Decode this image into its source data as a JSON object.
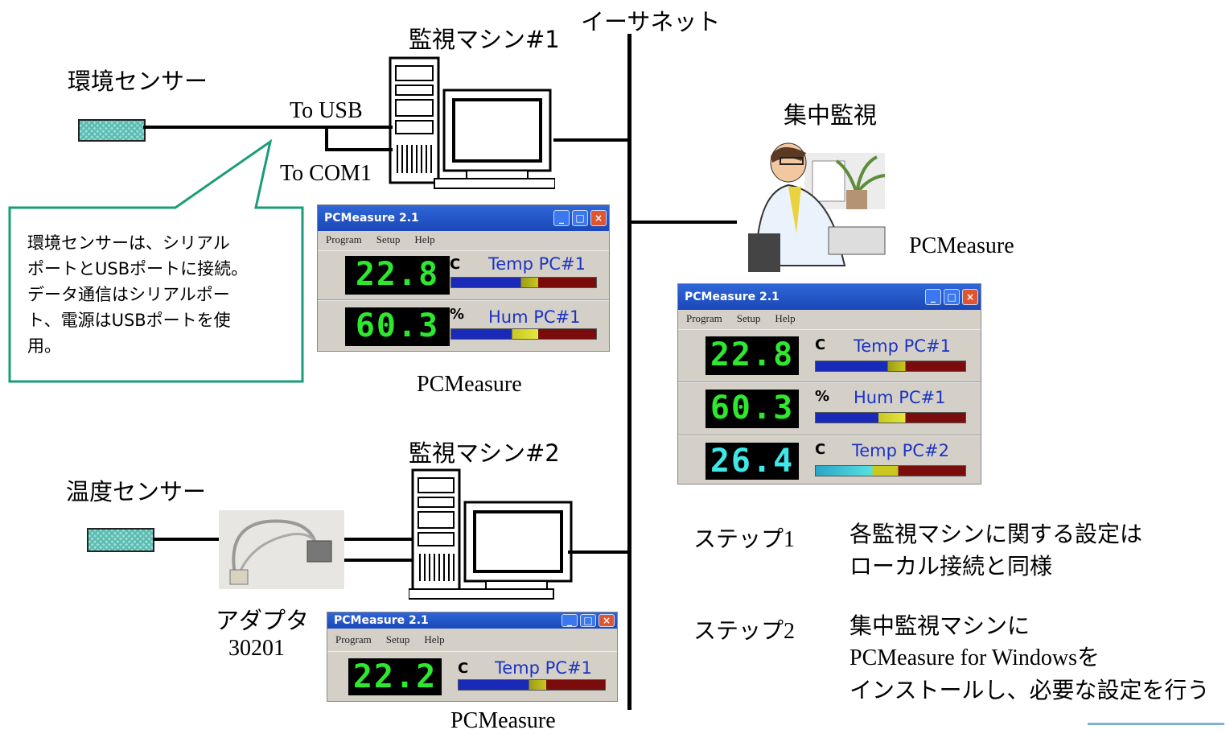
{
  "network": {
    "label": "イーサネット"
  },
  "machine1": {
    "label": "監視マシン#1"
  },
  "machine2": {
    "label": "監視マシン#2"
  },
  "sensor1": {
    "label": "環境センサー"
  },
  "sensor2": {
    "label": "温度センサー"
  },
  "ports": {
    "usb": "To USB",
    "com": "To COM1"
  },
  "central": {
    "label": "集中監視",
    "app_label": "PCMeasure"
  },
  "callout": {
    "lines": [
      "環境センサーは、シリアル",
      "ポートとUSBポートに接続。",
      "データ通信はシリアルポー",
      "ト、電源はUSBポートを使",
      "用。"
    ]
  },
  "adapter": {
    "label": "アダプタ",
    "model": "30201"
  },
  "app_caption1": "PCMeasure",
  "app_caption2": "PCMeasure",
  "window": {
    "title": "PCMeasure 2.1",
    "menu": [
      "Program",
      "Setup",
      "Help"
    ]
  },
  "win1": {
    "rows": [
      {
        "value": "22.8",
        "unit": "C",
        "name": "Temp PC#1"
      },
      {
        "value": "60.3",
        "unit": "%",
        "name": "Hum PC#1"
      }
    ]
  },
  "win2": {
    "rows": [
      {
        "value": "22.8",
        "unit": "C",
        "name": "Temp PC#1"
      },
      {
        "value": "60.3",
        "unit": "%",
        "name": "Hum PC#1"
      },
      {
        "value": "26.4",
        "unit": "C",
        "name": "Temp PC#2"
      }
    ]
  },
  "win3": {
    "rows": [
      {
        "value": "22.2",
        "unit": "C",
        "name": "Temp PC#1"
      }
    ]
  },
  "steps": [
    {
      "label": "ステップ1",
      "lines": [
        "各監視マシンに関する設定は",
        "ローカル接続と同様"
      ]
    },
    {
      "label": "ステップ2",
      "lines": [
        "集中監視マシンに",
        "PCMeasure for Windowsを",
        "インストールし、必要な設定を行う"
      ]
    }
  ]
}
